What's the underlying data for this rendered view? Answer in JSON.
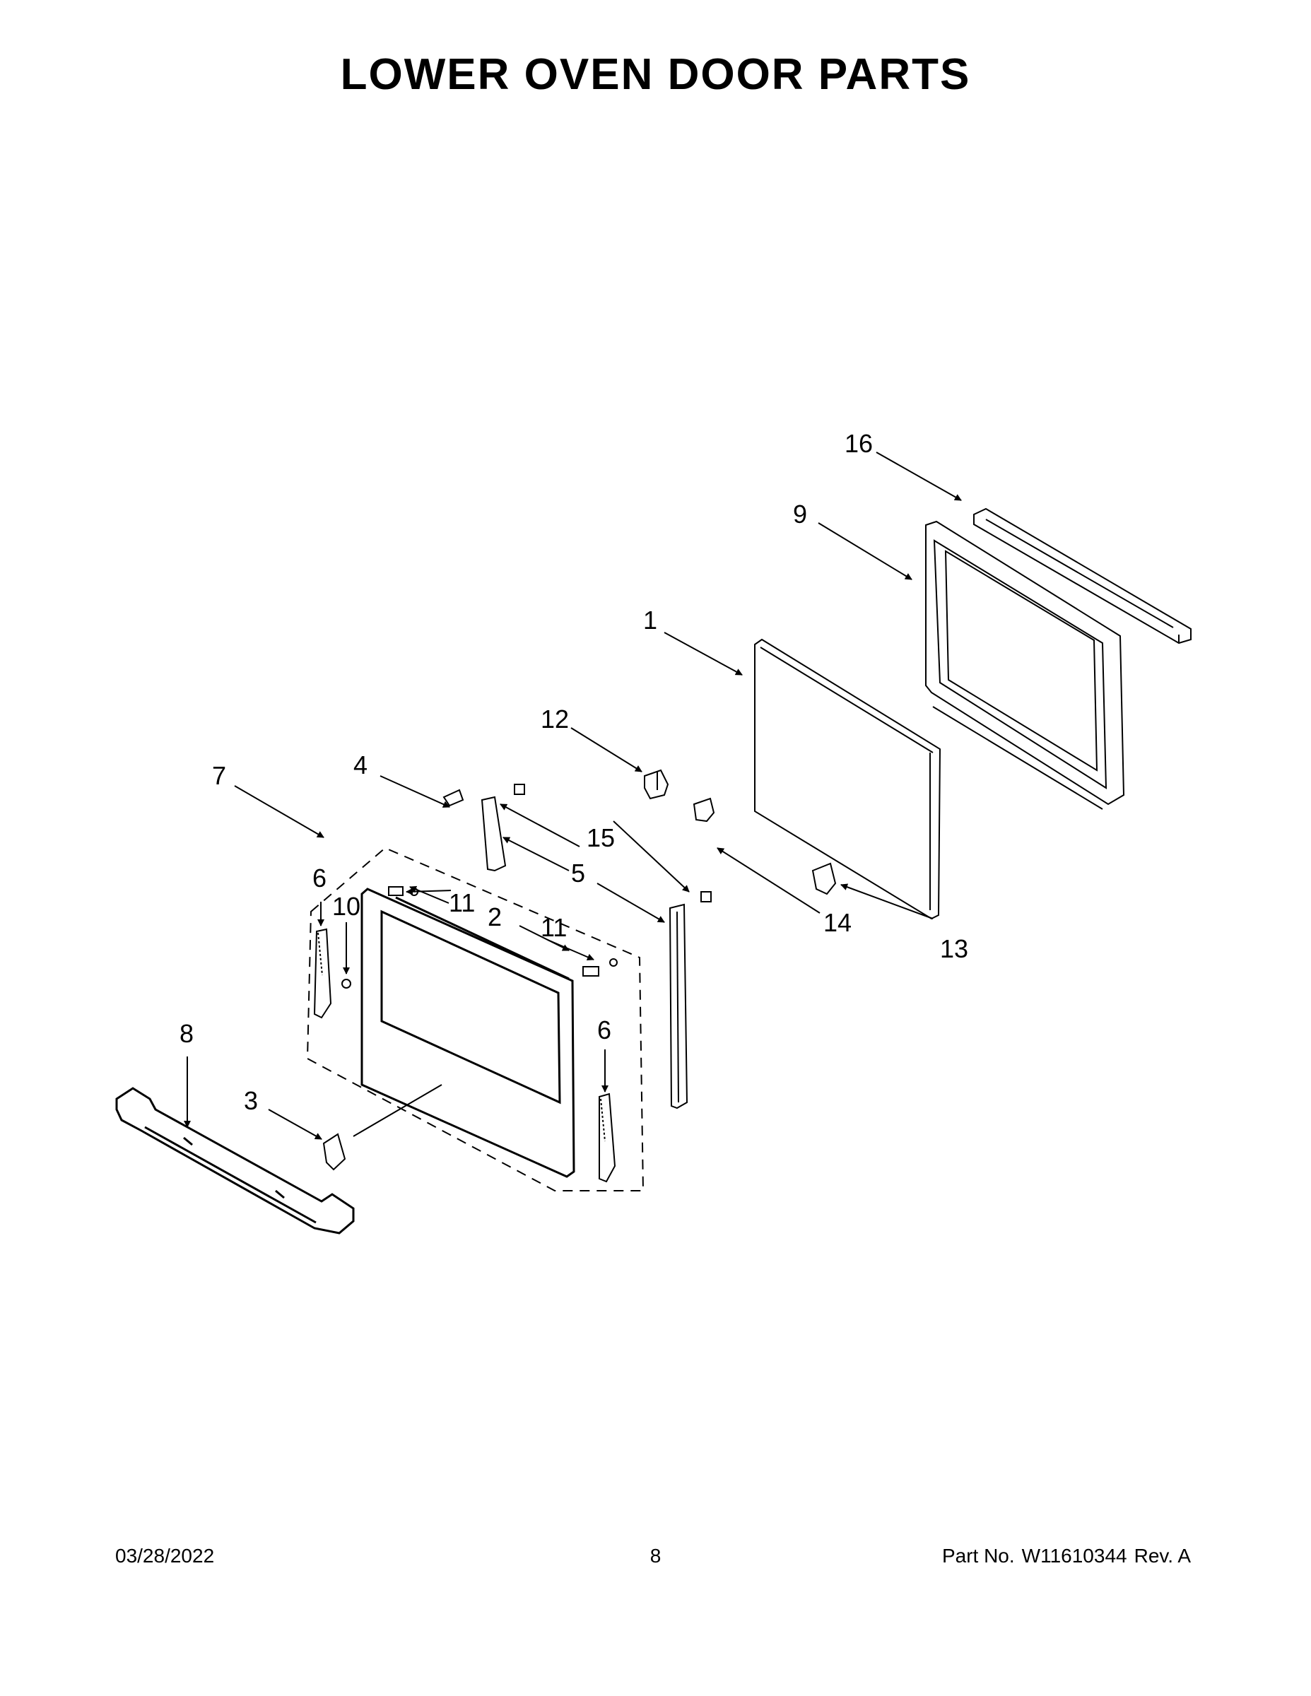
{
  "title": "LOWER OVEN DOOR PARTS",
  "callouts": [
    "1",
    "2",
    "3",
    "4",
    "5",
    "6",
    "6",
    "7",
    "8",
    "9",
    "10",
    "11",
    "11",
    "12",
    "13",
    "14",
    "15",
    "16"
  ],
  "footer": {
    "date": "03/28/2022",
    "page": "8",
    "part_label": "Part No.",
    "part_number": "W11610344",
    "revision": "Rev. A"
  }
}
